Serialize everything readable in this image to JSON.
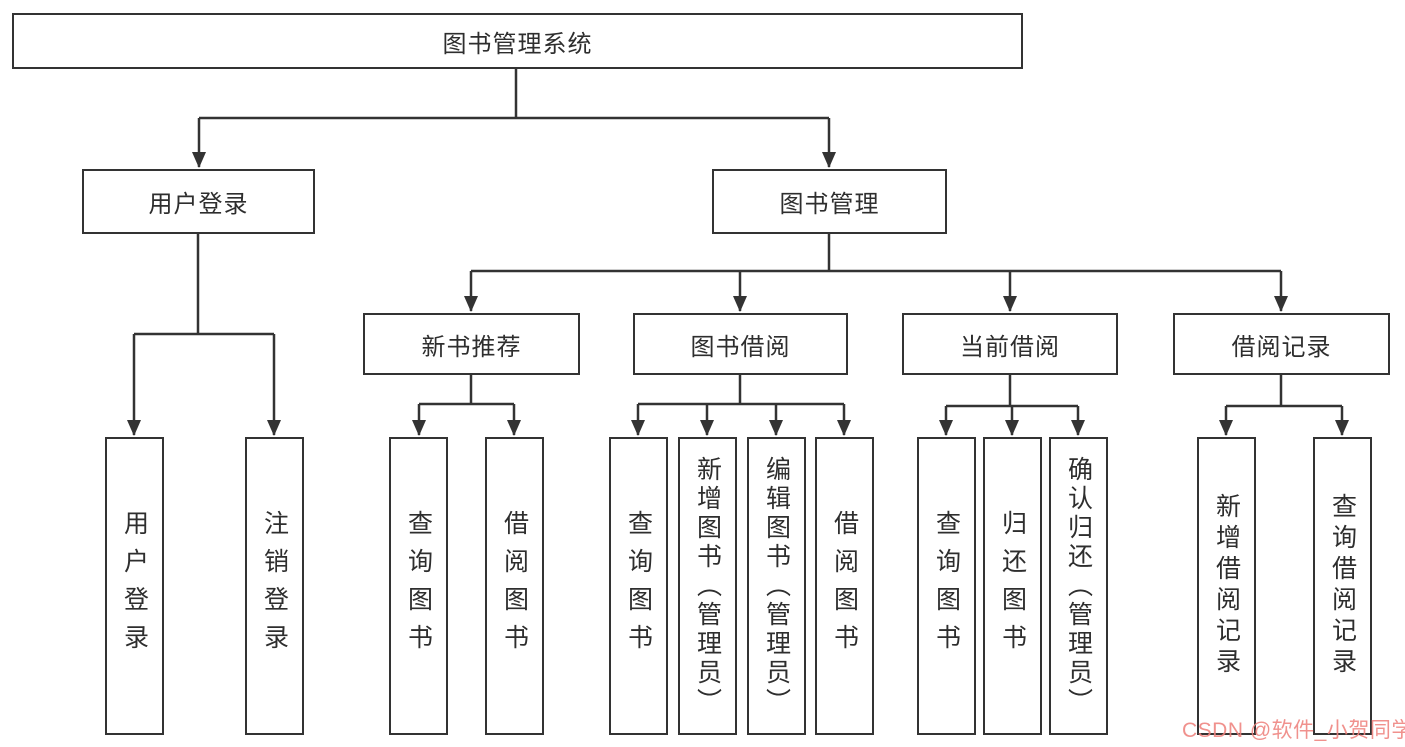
{
  "nodes": {
    "root": {
      "label": "图书管理系统"
    },
    "level2": [
      {
        "label": "用户登录"
      },
      {
        "label": "图书管理"
      }
    ],
    "level3": [
      {
        "label": "新书推荐"
      },
      {
        "label": "图书借阅"
      },
      {
        "label": "当前借阅"
      },
      {
        "label": "借阅记录"
      }
    ],
    "leaves": [
      {
        "label": "用户登录"
      },
      {
        "label": "注销登录"
      },
      {
        "label": "查询图书"
      },
      {
        "label": "借阅图书"
      },
      {
        "label": "查询图书"
      },
      {
        "label": "新增图书（管理员）"
      },
      {
        "label": "编辑图书（管理员）"
      },
      {
        "label": "借阅图书"
      },
      {
        "label": "查询图书"
      },
      {
        "label": "归还图书"
      },
      {
        "label": "确认归还（管理员）"
      },
      {
        "label": "新增借阅记录"
      },
      {
        "label": "查询借阅记录"
      }
    ]
  },
  "watermark": {
    "text": "CSDN @软件_小贺同学",
    "color": "#ee827d"
  },
  "colors": {
    "line": "#333333",
    "box_border": "#333333",
    "box_fill": "#ffffff",
    "text": "#2e2e2e",
    "background": "#ffffff"
  }
}
